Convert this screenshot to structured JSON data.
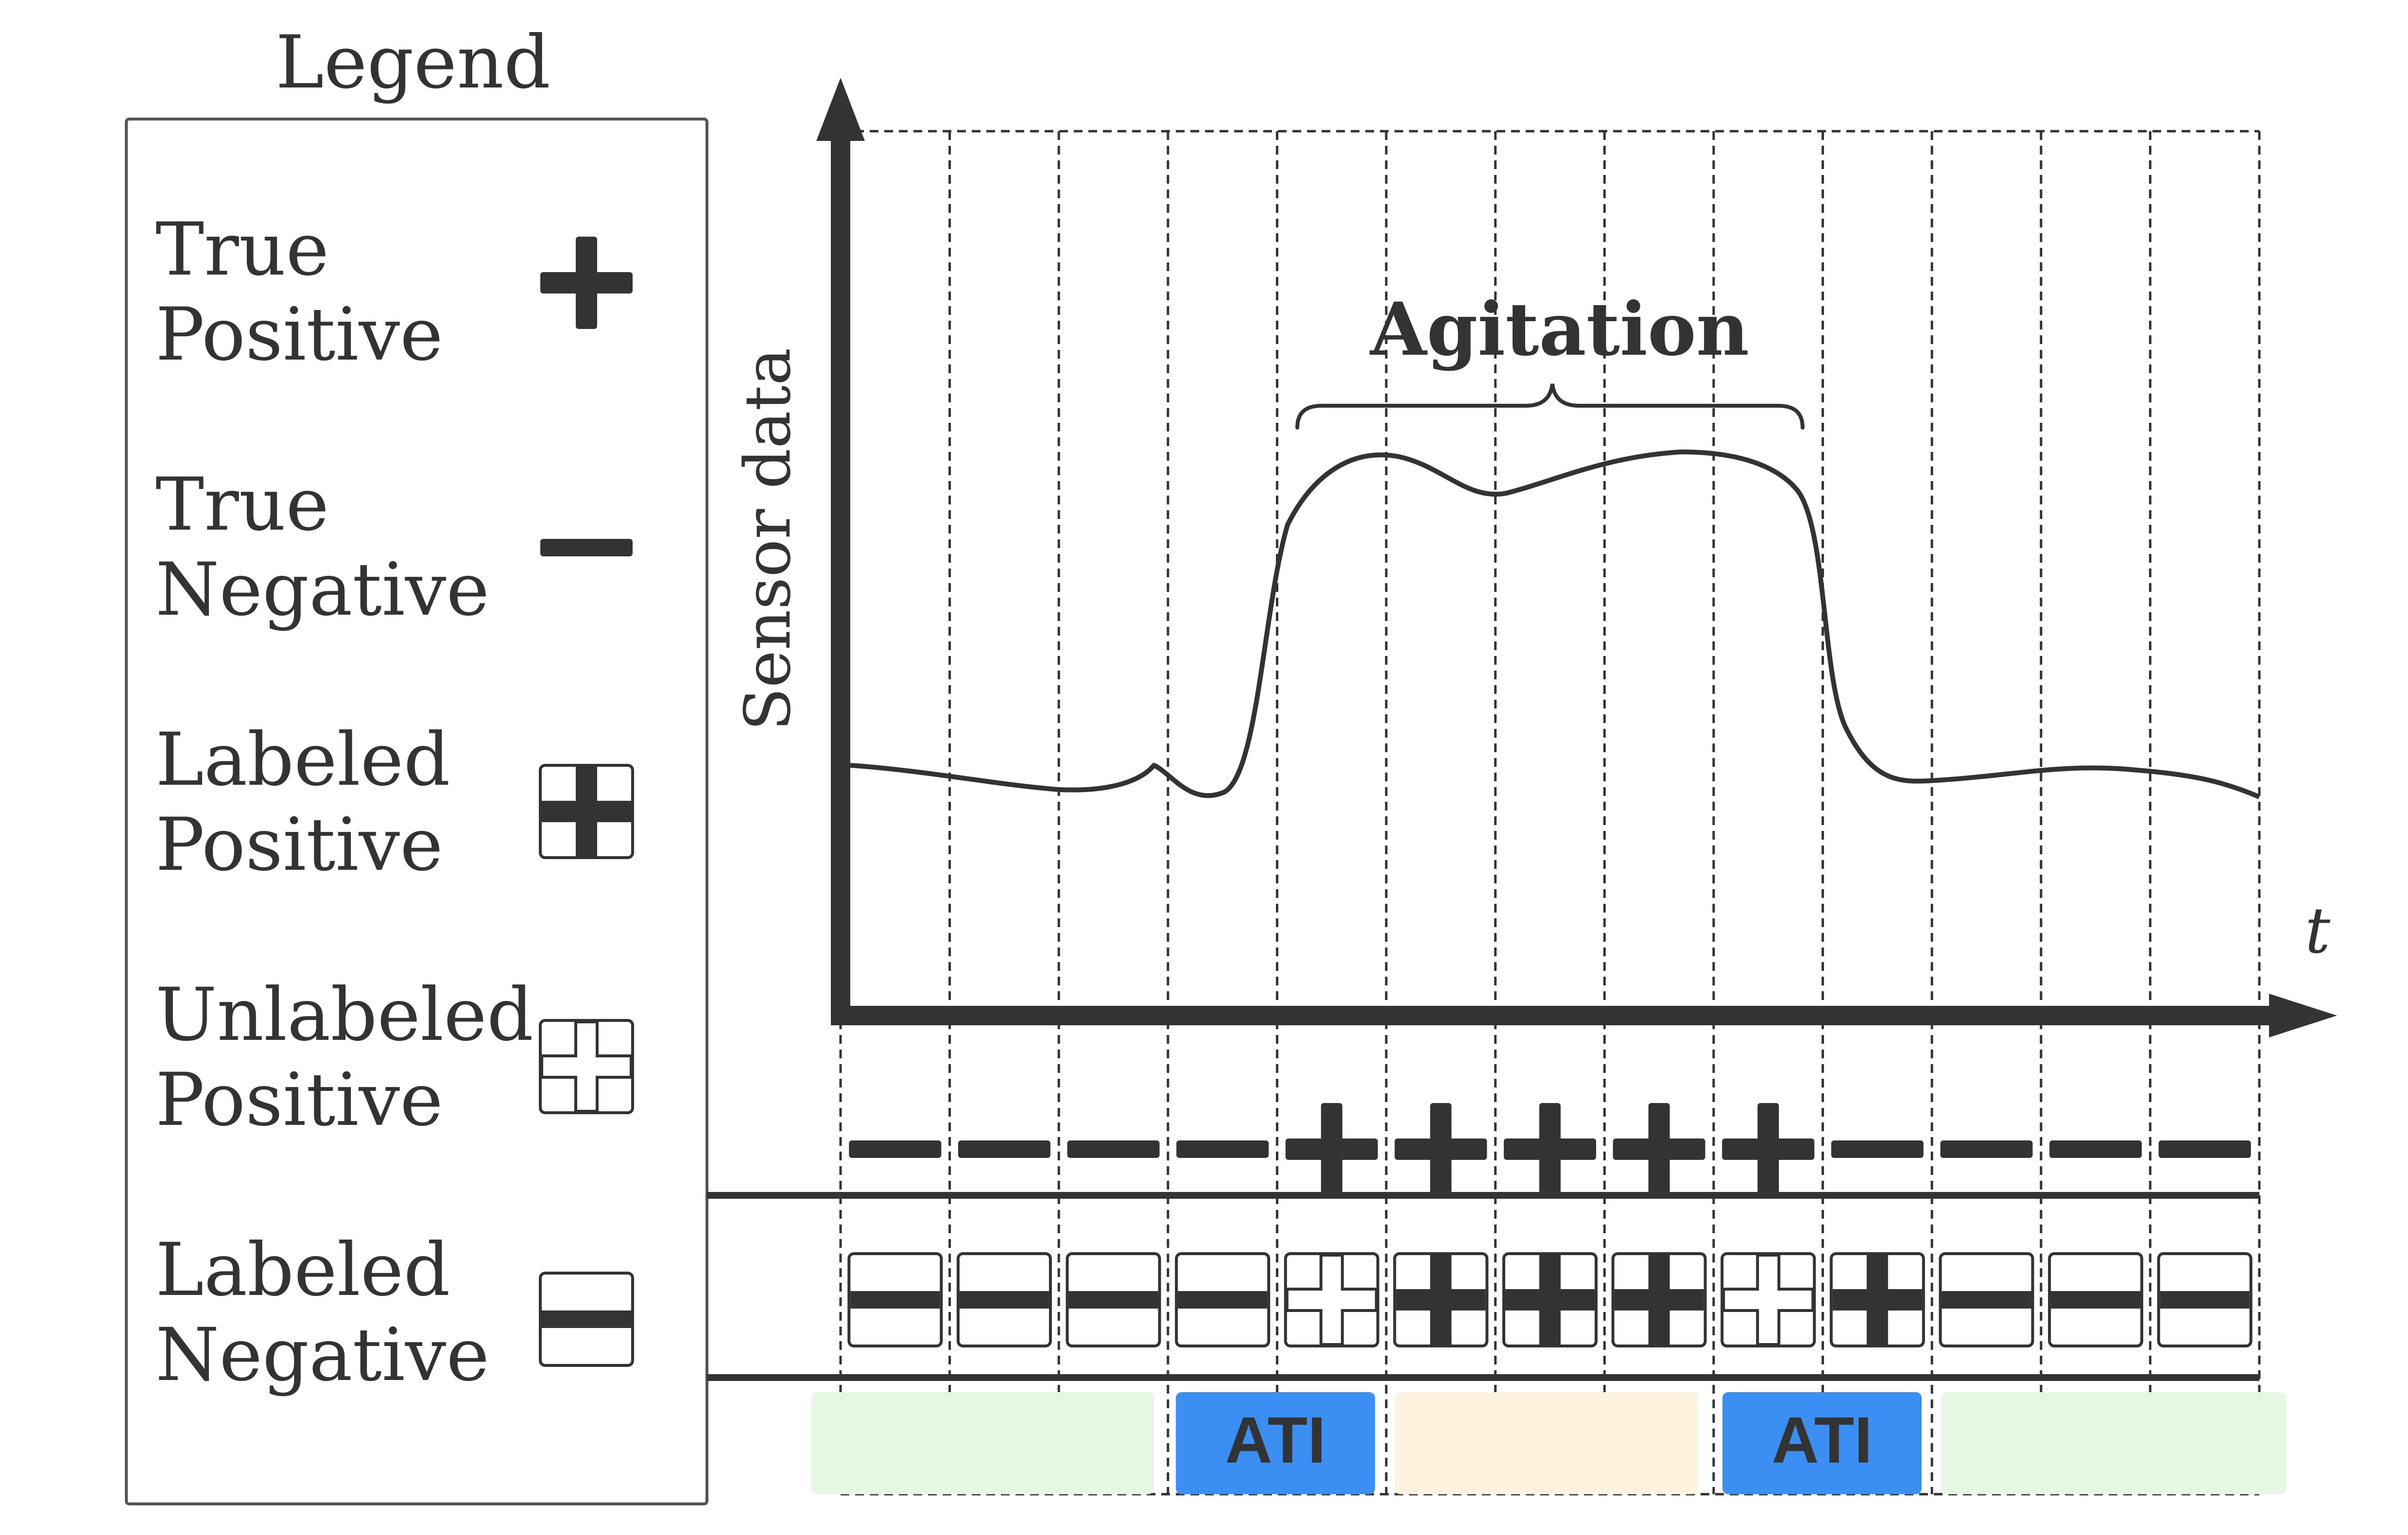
{
  "legend": {
    "title": "Legend",
    "items": [
      {
        "line1": "True",
        "line2": "Positive",
        "symbol": "plus-icon"
      },
      {
        "line1": "True",
        "line2": "Negative",
        "symbol": "minus-icon"
      },
      {
        "line1": "Labeled",
        "line2": "Positive",
        "symbol": "boxed-plus-icon"
      },
      {
        "line1": "Unlabeled",
        "line2": "Positive",
        "symbol": "outlined-plus-icon"
      },
      {
        "line1": "Labeled",
        "line2": "Negative",
        "symbol": "boxed-minus-icon"
      }
    ]
  },
  "plot": {
    "y_axis_label": "Sensor data",
    "x_axis_label": "t",
    "annotation": "Agitation",
    "true_labels": [
      "-",
      "-",
      "-",
      "-",
      "+",
      "+",
      "+",
      "+",
      "+",
      "-",
      "-",
      "-",
      "-"
    ],
    "observed_labels": [
      "L-",
      "L-",
      "L-",
      "L-",
      "U+",
      "L+",
      "L+",
      "L+",
      "U+",
      "L+",
      "L-",
      "L-",
      "L-"
    ],
    "bottom_bands": [
      {
        "label": "",
        "color": "#e6f8e3",
        "span": "windows 1-3"
      },
      {
        "label": "ATI",
        "color": "#3c8ff2",
        "span": "window 4"
      },
      {
        "label": "",
        "color": "#fef3de",
        "span": "windows 5-7"
      },
      {
        "label": "ATI",
        "color": "#3c8ff2",
        "span": "window 9"
      },
      {
        "label": "",
        "color": "#e6f8e3",
        "span": "windows 10-13"
      }
    ]
  },
  "colors": {
    "ink": "#333333",
    "ati_blue": "#3c8ff2",
    "normal_green": "#e6f8e3",
    "agitation_cream": "#fef3de"
  }
}
